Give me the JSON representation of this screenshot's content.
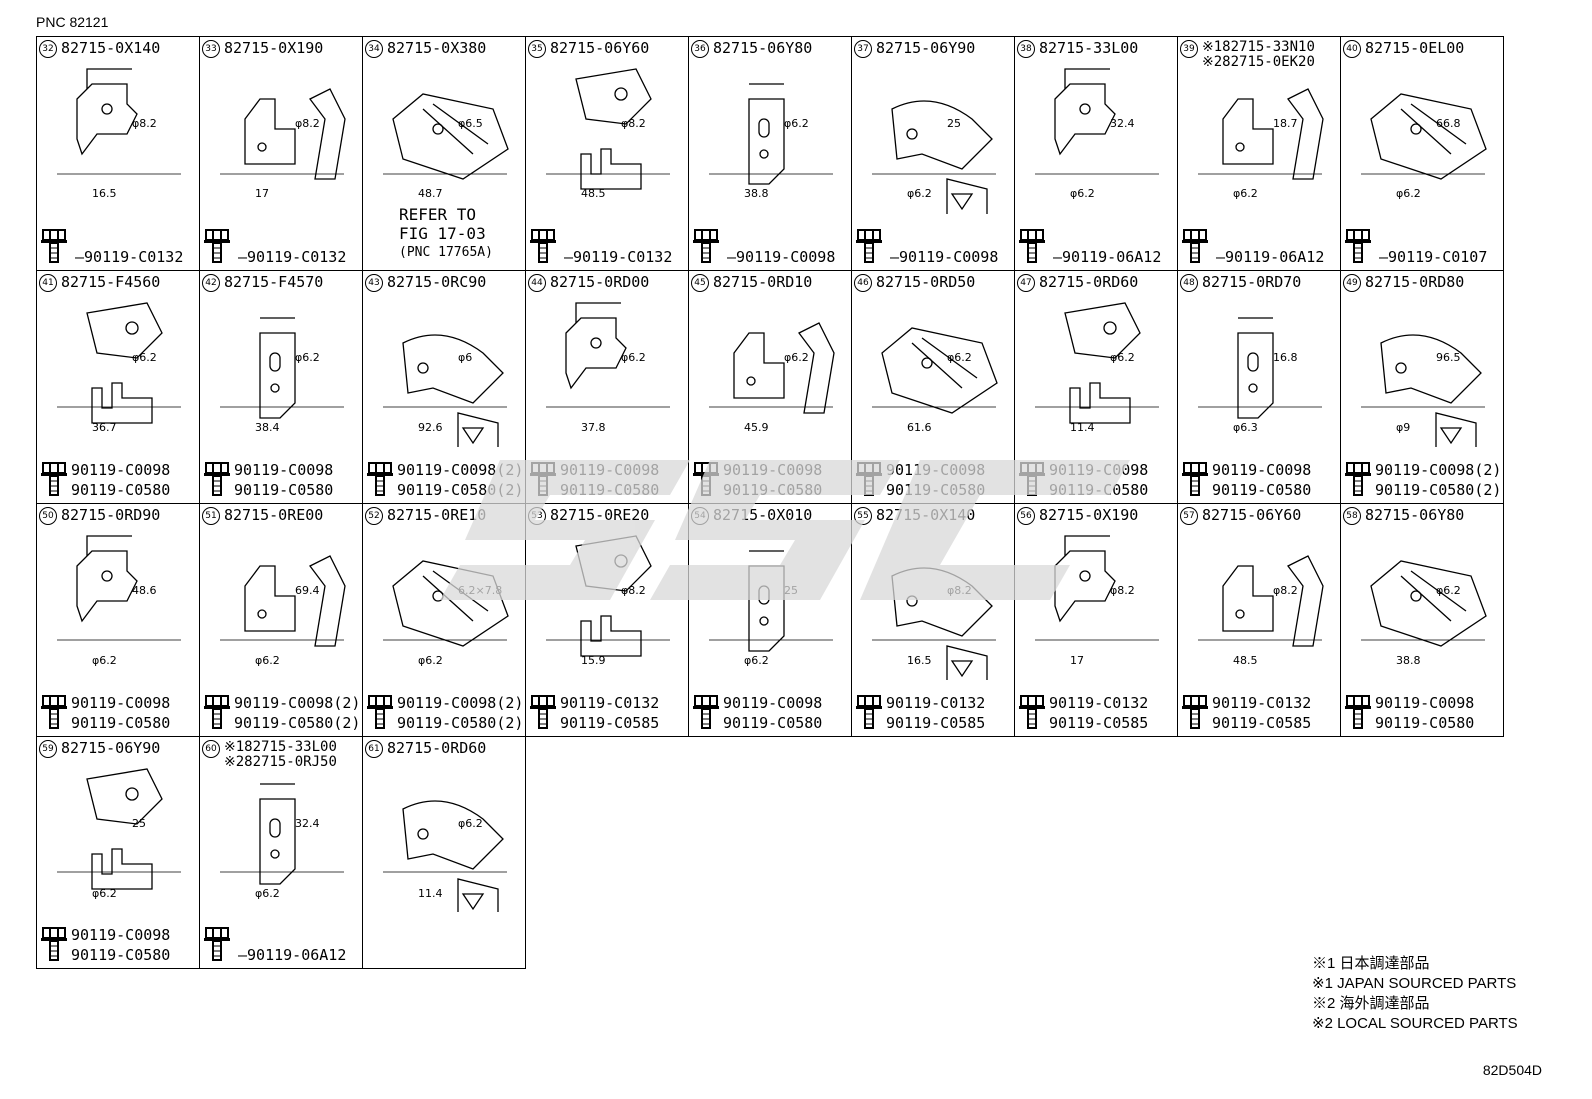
{
  "pnc": "PNC 82121",
  "doc_id": "82D504D",
  "notes": [
    "※1 日本調達部品",
    "※1 JAPAN SOURCED PARTS",
    "※2 海外調達部品",
    "※2 LOCAL SOURCED PARTS"
  ],
  "cells": [
    {
      "num": "32",
      "part": "82715-0X140",
      "dims": [
        "φ8.2",
        "16.5"
      ],
      "bolts": [
        "90119-C0132"
      ]
    },
    {
      "num": "33",
      "part": "82715-0X190",
      "dims": [
        "φ8.2",
        "17"
      ],
      "bolts": [
        "90119-C0132"
      ]
    },
    {
      "num": "34",
      "part": "82715-0X380",
      "dims": [
        "φ6.5",
        "48.7"
      ],
      "bolts": [],
      "refer": [
        "REFER TO",
        "FIG 17-03",
        "(PNC 17765A)"
      ]
    },
    {
      "num": "35",
      "part": "82715-06Y60",
      "dims": [
        "φ8.2",
        "48.5"
      ],
      "bolts": [
        "90119-C0132"
      ]
    },
    {
      "num": "36",
      "part": "82715-06Y80",
      "dims": [
        "φ6.2",
        "38.8"
      ],
      "bolts": [
        "90119-C0098"
      ]
    },
    {
      "num": "37",
      "part": "82715-06Y90",
      "dims": [
        "25",
        "φ6.2"
      ],
      "bolts": [
        "90119-C0098"
      ]
    },
    {
      "num": "38",
      "part": "82715-33L00",
      "dims": [
        "32.4",
        "φ6.2"
      ],
      "bolts": [
        "90119-06A12"
      ]
    },
    {
      "num": "39",
      "part": "",
      "part_lines": [
        "※182715-33N10",
        "※282715-0EK20"
      ],
      "dims": [
        "18.7",
        "φ6.2"
      ],
      "bolts": [
        "90119-06A12"
      ]
    },
    {
      "num": "40",
      "part": "82715-0EL00",
      "dims": [
        "66.8",
        "φ6.2"
      ],
      "bolts": [
        "90119-C0107"
      ]
    },
    {
      "num": "41",
      "part": "82715-F4560",
      "dims": [
        "φ6.2",
        "36.7"
      ],
      "bolts": [
        "90119-C0098",
        "90119-C0580"
      ]
    },
    {
      "num": "42",
      "part": "82715-F4570",
      "dims": [
        "φ6.2",
        "38.4"
      ],
      "bolts": [
        "90119-C0098",
        "90119-C0580"
      ]
    },
    {
      "num": "43",
      "part": "82715-0RC90",
      "dims": [
        "φ6",
        "92.6"
      ],
      "bolts": [
        "90119-C0098(2)",
        "90119-C0580(2)"
      ]
    },
    {
      "num": "44",
      "part": "82715-0RD00",
      "dims": [
        "φ6.2",
        "37.8"
      ],
      "bolts": [
        "90119-C0098",
        "90119-C0580"
      ]
    },
    {
      "num": "45",
      "part": "82715-0RD10",
      "dims": [
        "φ6.2",
        "45.9"
      ],
      "bolts": [
        "90119-C0098",
        "90119-C0580"
      ]
    },
    {
      "num": "46",
      "part": "82715-0RD50",
      "dims": [
        "φ6.2",
        "61.6"
      ],
      "bolts": [
        "90119-C0098",
        "90119-C0580"
      ]
    },
    {
      "num": "47",
      "part": "82715-0RD60",
      "dims": [
        "φ6.2",
        "11.4"
      ],
      "bolts": [
        "90119-C0098",
        "90119-C0580"
      ]
    },
    {
      "num": "48",
      "part": "82715-0RD70",
      "dims": [
        "16.8",
        "φ6.3"
      ],
      "bolts": [
        "90119-C0098",
        "90119-C0580"
      ]
    },
    {
      "num": "49",
      "part": "82715-0RD80",
      "dims": [
        "96.5",
        "φ9"
      ],
      "bolts": [
        "90119-C0098(2)",
        "90119-C0580(2)"
      ]
    },
    {
      "num": "50",
      "part": "82715-0RD90",
      "dims": [
        "48.6",
        "φ6.2"
      ],
      "bolts": [
        "90119-C0098",
        "90119-C0580"
      ]
    },
    {
      "num": "51",
      "part": "82715-0RE00",
      "dims": [
        "69.4",
        "φ6.2"
      ],
      "bolts": [
        "90119-C0098(2)",
        "90119-C0580(2)"
      ]
    },
    {
      "num": "52",
      "part": "82715-0RE10",
      "dims": [
        "6.2×7.8",
        "φ6.2"
      ],
      "bolts": [
        "90119-C0098(2)",
        "90119-C0580(2)"
      ]
    },
    {
      "num": "53",
      "part": "82715-0RE20",
      "dims": [
        "φ8.2",
        "15.9"
      ],
      "bolts": [
        "90119-C0132",
        "90119-C0585"
      ]
    },
    {
      "num": "54",
      "part": "82715-0X010",
      "dims": [
        "25",
        "φ6.2"
      ],
      "bolts": [
        "90119-C0098",
        "90119-C0580"
      ]
    },
    {
      "num": "55",
      "part": "82715-0X140",
      "dims": [
        "φ8.2",
        "16.5"
      ],
      "bolts": [
        "90119-C0132",
        "90119-C0585"
      ]
    },
    {
      "num": "56",
      "part": "82715-0X190",
      "dims": [
        "φ8.2",
        "17"
      ],
      "bolts": [
        "90119-C0132",
        "90119-C0585"
      ]
    },
    {
      "num": "57",
      "part": "82715-06Y60",
      "dims": [
        "φ8.2",
        "48.5"
      ],
      "bolts": [
        "90119-C0132",
        "90119-C0585"
      ]
    },
    {
      "num": "58",
      "part": "82715-06Y80",
      "dims": [
        "φ6.2",
        "38.8"
      ],
      "bolts": [
        "90119-C0098",
        "90119-C0580"
      ]
    },
    {
      "num": "59",
      "part": "82715-06Y90",
      "dims": [
        "25",
        "φ6.2"
      ],
      "bolts": [
        "90119-C0098",
        "90119-C0580"
      ]
    },
    {
      "num": "60",
      "part": "",
      "part_lines": [
        "※182715-33L00",
        "※282715-0RJ50"
      ],
      "dims": [
        "32.4",
        "φ6.2"
      ],
      "bolts": [
        "90119-06A12"
      ]
    },
    {
      "num": "61",
      "part": "82715-0RD60",
      "dims": [
        "φ6.2",
        "11.4"
      ],
      "bolts": []
    }
  ]
}
